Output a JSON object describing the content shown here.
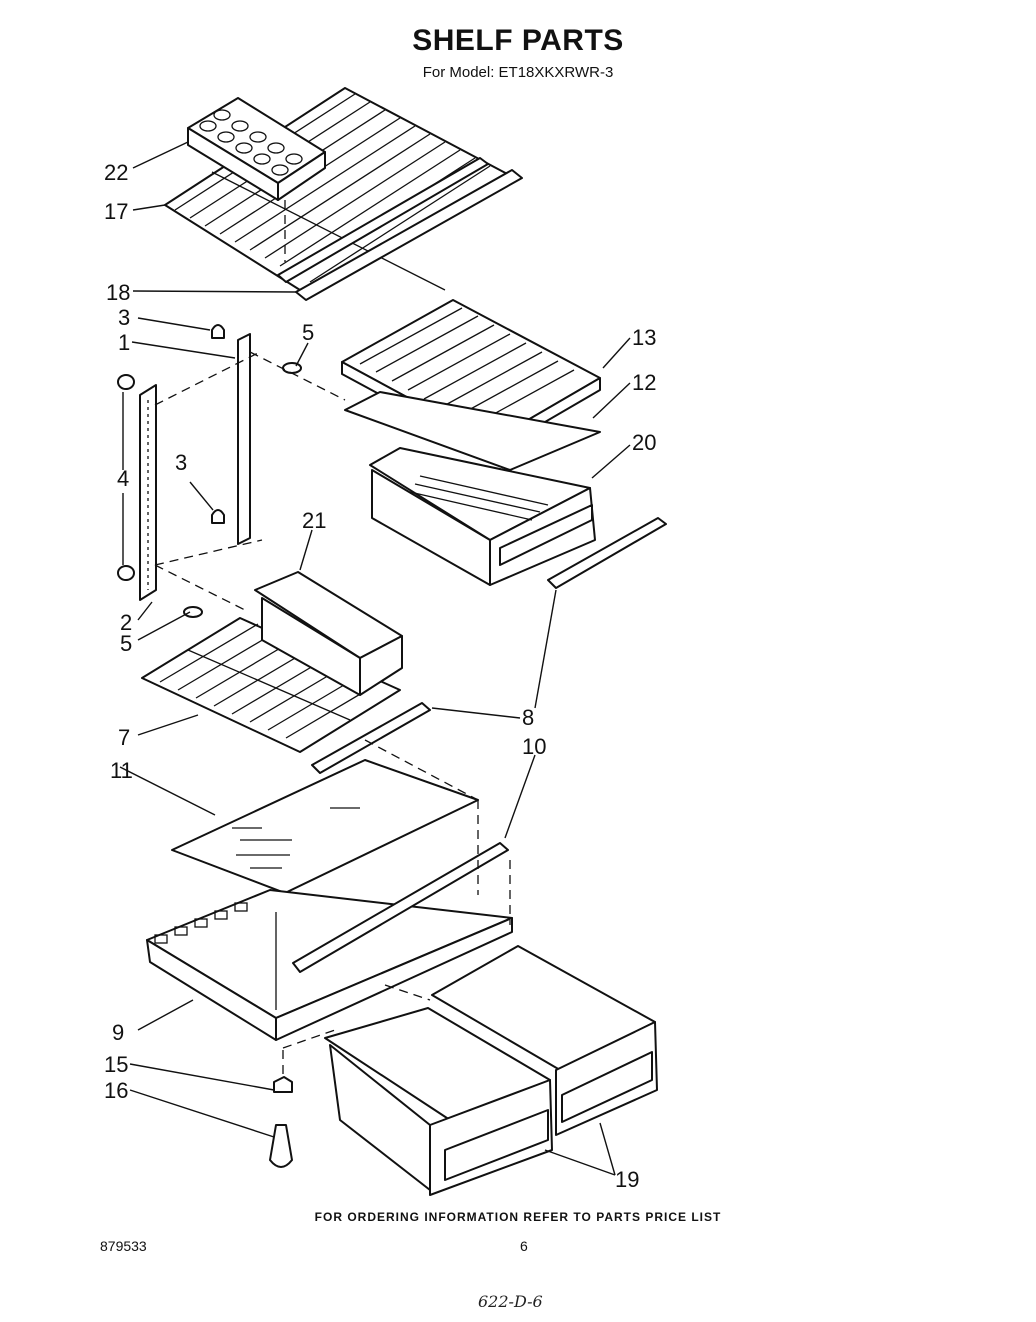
{
  "header": {
    "title": "SHELF PARTS",
    "model_line": "For Model: ET18XKXRWR-3"
  },
  "callouts": {
    "c22": "22",
    "c17": "17",
    "c18": "18",
    "c3a": "3",
    "c5a": "5",
    "c13": "13",
    "c1": "1",
    "c12": "12",
    "c20": "20",
    "c4": "4",
    "c3b": "3",
    "c21": "21",
    "c2": "2",
    "c5b": "5",
    "c7": "7",
    "c8": "8",
    "c10": "10",
    "c11": "11",
    "c9": "9",
    "c15": "15",
    "c16": "16",
    "c19": "19"
  },
  "footer": {
    "ordering_note": "FOR ORDERING INFORMATION REFER TO PARTS PRICE LIST",
    "doc_number": "879533",
    "page_number": "6",
    "handwritten_code": "622-D-6"
  }
}
